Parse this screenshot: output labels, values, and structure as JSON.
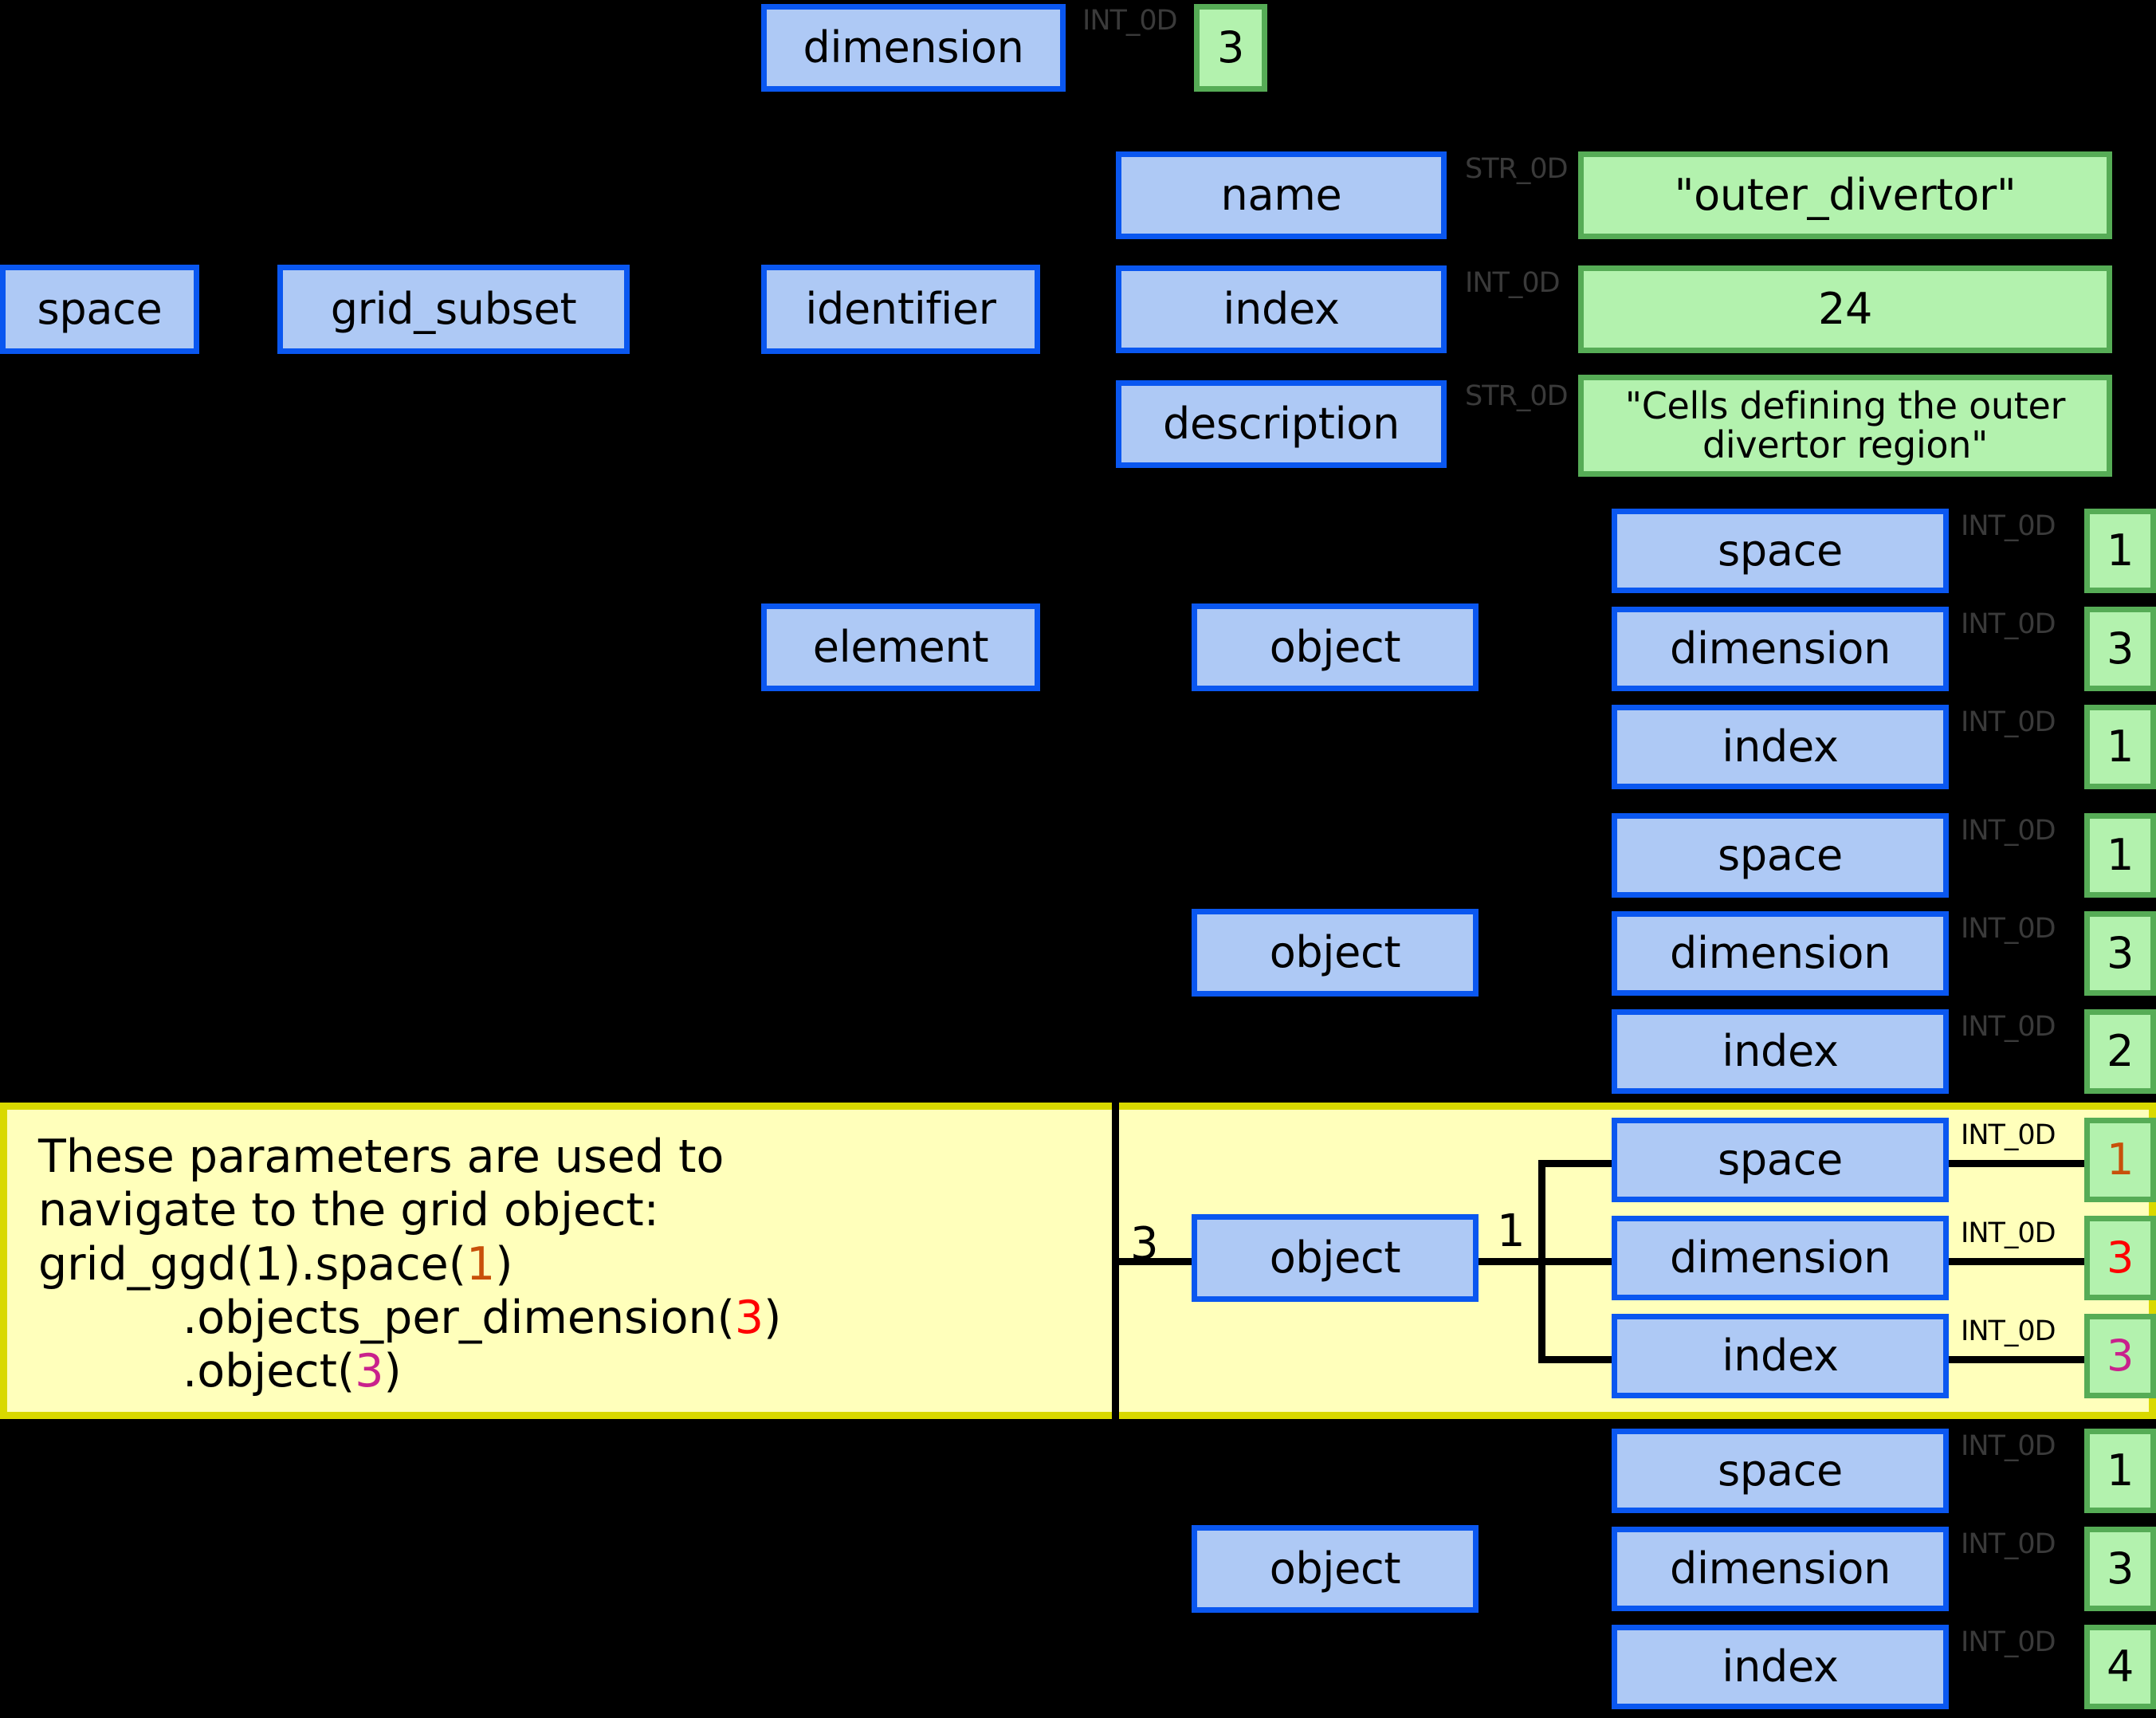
{
  "diagram": {
    "title": "GGD grid_subset / objects_per_dimension navigation diagram",
    "colors": {
      "node_fill": "#aec9f5",
      "node_border": "#0a57f0",
      "value_fill": "#b3f2ae",
      "value_border": "#56ac56",
      "highlight_fill": "#ffffbb",
      "highlight_border": "#d9d900",
      "background": "#000000",
      "accent_orange": "#c8500a",
      "accent_red": "#fe0000",
      "accent_magenta": "#c9218c"
    }
  },
  "nodes": {
    "space_root": "space",
    "grid_subset": "grid_subset",
    "identifier": "identifier",
    "element": "element",
    "dimension_top": "dimension",
    "name": "name",
    "index": "index",
    "description": "description",
    "object_1": "object",
    "object_2": "object",
    "object_3": "object",
    "object_4": "object",
    "space_1": "space",
    "dimension_1": "dimension",
    "index_1": "index",
    "space_2": "space",
    "dimension_2": "dimension",
    "index_2": "index",
    "space_3": "space",
    "dimension_3": "dimension",
    "index_3": "index",
    "space_4": "space",
    "dimension_4": "dimension",
    "index_4": "index"
  },
  "values": {
    "dimension_top": "3",
    "name": "\"outer_divertor\"",
    "index": "24",
    "description": "\"Cells defining the outer divertor region\"",
    "space_1": "1",
    "dimension_1": "3",
    "index_1": "1",
    "space_2": "1",
    "dimension_2": "3",
    "index_2": "2",
    "space_3": "1",
    "dimension_3": "3",
    "index_3": "3",
    "space_4": "1",
    "dimension_4": "3",
    "index_4": "4"
  },
  "type_labels": {
    "dimension_top": "INT_0D",
    "name": "STR_0D",
    "index": "INT_0D",
    "description": "STR_0D",
    "space_1": "INT_0D",
    "dimension_1": "INT_0D",
    "index_1": "INT_0D",
    "space_2": "INT_0D",
    "dimension_2": "INT_0D",
    "index_2": "INT_0D",
    "space_3": "INT_0D",
    "dimension_3": "INT_0D",
    "index_3": "INT_0D",
    "space_4": "INT_0D",
    "dimension_4": "INT_0D",
    "index_4": "INT_0D"
  },
  "multiplicities": {
    "object_3_left": "3",
    "object_3_right": "1"
  },
  "callout": {
    "line1": "These parameters are used to",
    "line2": "navigate to the grid object:",
    "line3_pre": "grid_ggd(1).space(",
    "line3_val": "1",
    "line3_post": ")",
    "line4_pre": "          .objects_per_dimension(",
    "line4_val": "3",
    "line4_post": ")",
    "line5_pre": "          .object(",
    "line5_val": "3",
    "line5_post": ")"
  }
}
